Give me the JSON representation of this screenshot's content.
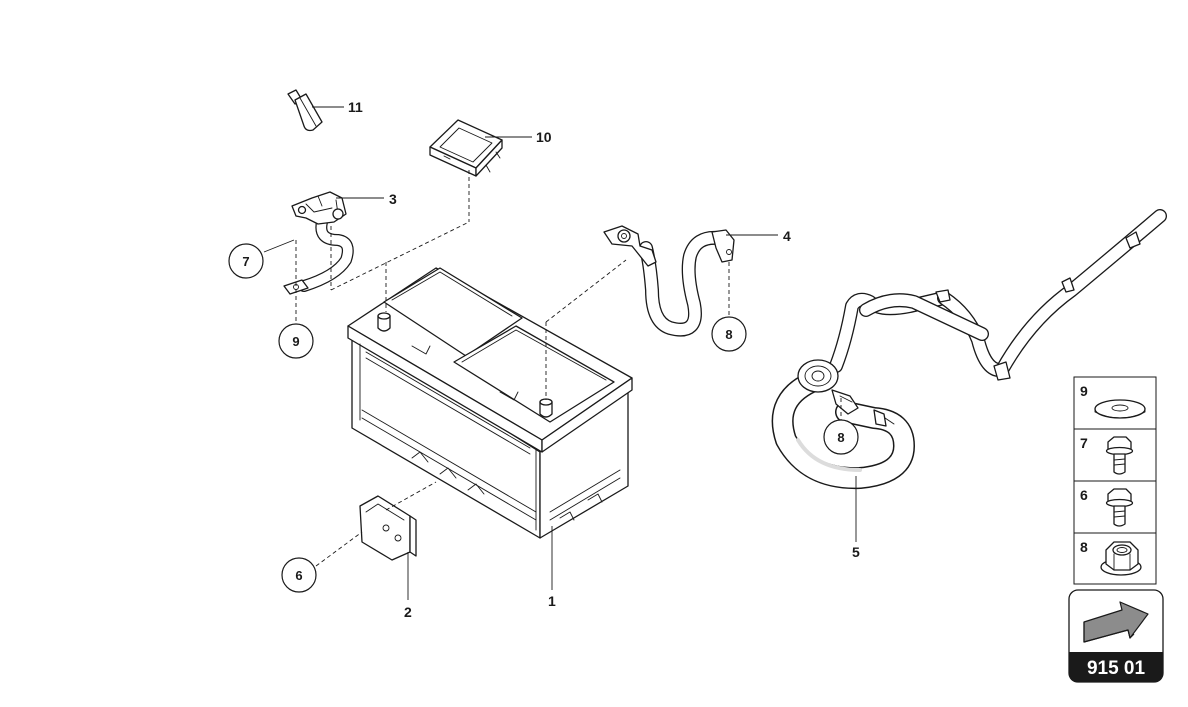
{
  "callouts": {
    "c1": "1",
    "c2": "2",
    "c3": "3",
    "c4": "4",
    "c5": "5",
    "c10": "10",
    "c11": "11"
  },
  "ref_circles": {
    "r6": "6",
    "r7": "7",
    "r8a": "8",
    "r8b": "8",
    "r9": "9"
  },
  "legend": {
    "items": [
      {
        "number": "9",
        "icon": "washer-icon"
      },
      {
        "number": "7",
        "icon": "bolt-icon"
      },
      {
        "number": "6",
        "icon": "bolt-icon"
      },
      {
        "number": "8",
        "icon": "hex-nut-icon"
      }
    ]
  },
  "badge": {
    "code": "915 01",
    "icon": "direction-arrow-icon"
  }
}
